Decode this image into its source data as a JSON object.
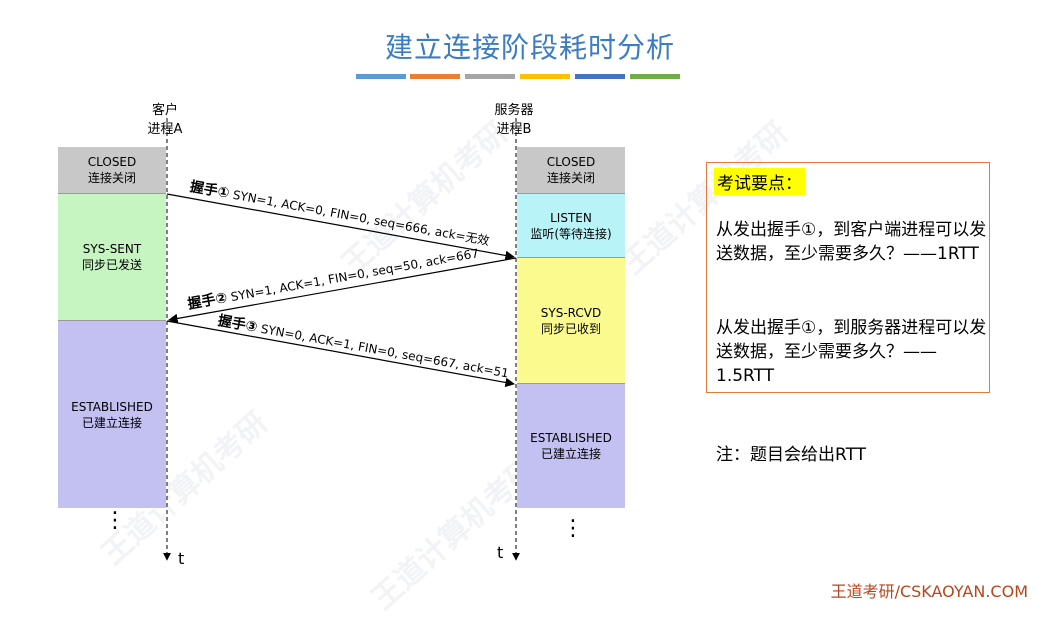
{
  "title": "建立连接阶段耗时分析",
  "color_bars": [
    "#5b9bd5",
    "#ed7d31",
    "#a5a5a5",
    "#ffc000",
    "#4472c4",
    "#70ad47"
  ],
  "client": {
    "label_line1": "客户",
    "label_line2": "进程A"
  },
  "server": {
    "label_line1": "服务器",
    "label_line2": "进程B"
  },
  "client_states": [
    {
      "name": "CLOSED",
      "desc": "连接关闭",
      "color": "#c8c8c8"
    },
    {
      "name": "SYS-SENT",
      "desc": "同步已发送",
      "color": "#c6f5c1"
    },
    {
      "name": "ESTABLISHED",
      "desc": "已建立连接",
      "color": "#c3c0f2"
    }
  ],
  "server_states": [
    {
      "name": "CLOSED",
      "desc": "连接关闭",
      "color": "#c8c8c8"
    },
    {
      "name": "LISTEN",
      "desc": "监听(等待连接)",
      "color": "#b8f3f8"
    },
    {
      "name": "SYS-RCVD",
      "desc": "同步已收到",
      "color": "#fafa8e"
    },
    {
      "name": "ESTABLISHED",
      "desc": "已建立连接",
      "color": "#c3c0f2"
    }
  ],
  "handshakes": [
    {
      "label": "握手①",
      "fields": "SYN=1, ACK=0, FIN=0, seq=666, ack=无效"
    },
    {
      "label": "握手②",
      "fields": "SYN=1, ACK=1, FIN=0, seq=50, ack=667"
    },
    {
      "label": "握手③",
      "fields": "SYN=0, ACK=1, FIN=0, seq=667, ack=51"
    }
  ],
  "time_label": "t",
  "ellipsis": "⋮",
  "panel": {
    "key_points": "考试要点：",
    "q1": "从发出握手①，到客户端进程可以发送数据，至少需要多久？——1RTT",
    "q2": "从发出握手①，到服务器进程可以发送数据，至少需要多久？——1.5RTT"
  },
  "note": "注：题目会给出RTT",
  "footer": "王道考研/CSKAOYAN.COM",
  "watermark": "王道计算机考研"
}
